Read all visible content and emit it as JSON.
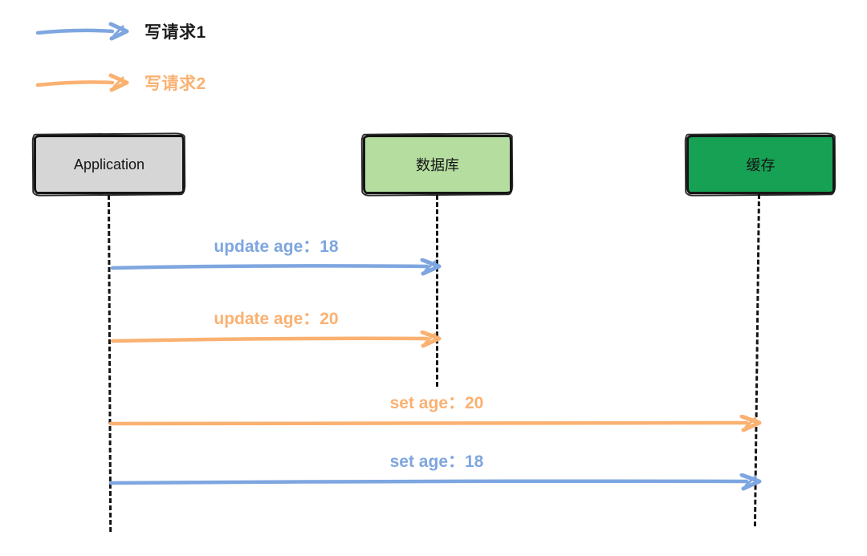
{
  "diagram": {
    "title": "cache-write-inconsistency-sequence",
    "legend": [
      {
        "id": "write-request-1",
        "label": "写请求1",
        "arrow_color": "#7ea6e0",
        "label_color": "#1c1c1c"
      },
      {
        "id": "write-request-2",
        "label": "写请求2",
        "arrow_color": "#fab171",
        "label_color": "#fab171"
      }
    ],
    "actors": [
      {
        "id": "application",
        "label": "Application",
        "fill": "#d6d6d6"
      },
      {
        "id": "database",
        "label": "数据库",
        "fill": "#b5dda0"
      },
      {
        "id": "cache",
        "label": "缓存",
        "fill": "#17a154"
      }
    ],
    "messages": [
      {
        "id": "update-age-18",
        "label": "update age：18",
        "from": "application",
        "to": "database",
        "color": "#7ea6e0"
      },
      {
        "id": "update-age-20",
        "label": "update age：20",
        "from": "application",
        "to": "database",
        "color": "#fab171"
      },
      {
        "id": "set-age-20",
        "label": "set age：20",
        "from": "application",
        "to": "cache",
        "color": "#fab171"
      },
      {
        "id": "set-age-18",
        "label": "set age：18",
        "from": "application",
        "to": "cache",
        "color": "#7ea6e0"
      }
    ],
    "colors": {
      "blue": "#7ea6e0",
      "orange": "#fab171",
      "line_black": "#141414"
    }
  }
}
